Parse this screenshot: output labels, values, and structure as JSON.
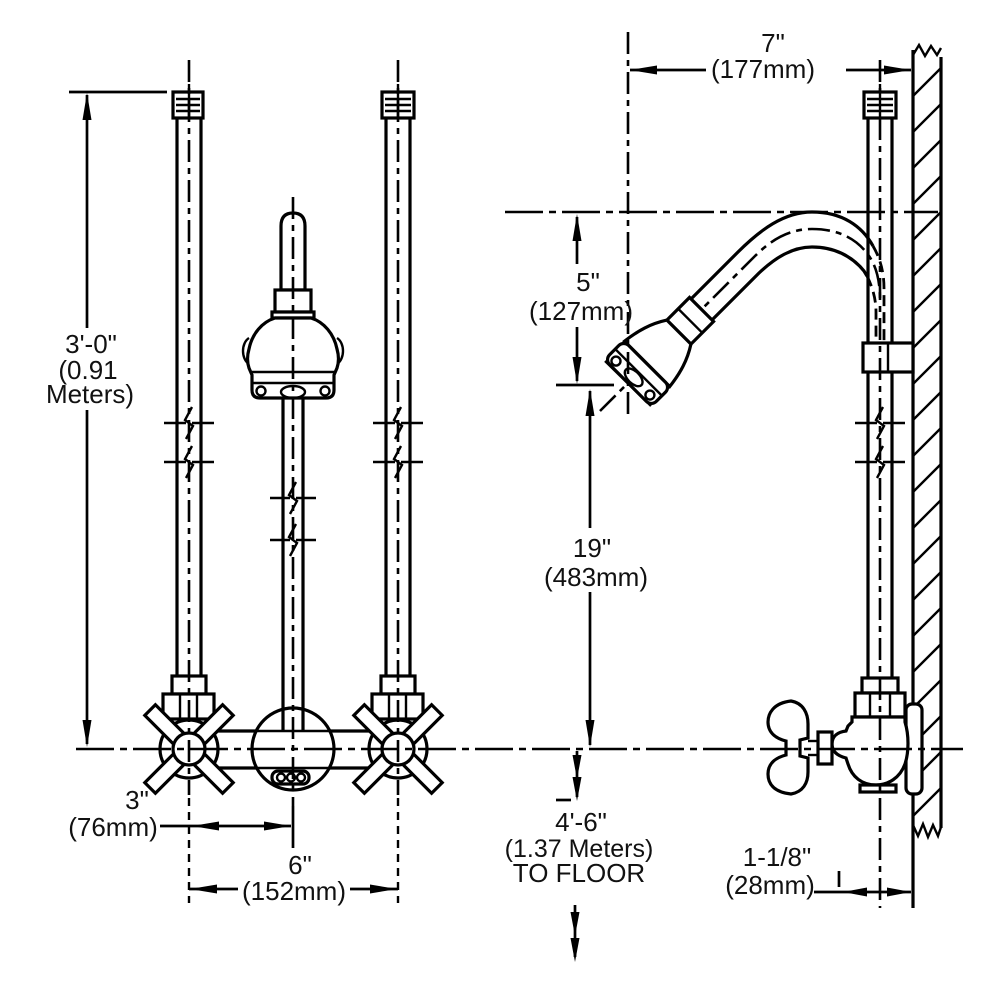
{
  "dimensions": {
    "riser_height": {
      "imperial": "3'-0\"",
      "metric_line1": "(0.91",
      "metric_line2": "Meters)"
    },
    "wall_to_head": {
      "imperial": "7\"",
      "metric": "(177mm)"
    },
    "head_drop": {
      "imperial": "5\"",
      "metric": "(127mm)"
    },
    "head_to_valve": {
      "imperial": "19\"",
      "metric": "(483mm)"
    },
    "valve_to_floor": {
      "imperial": "4'-6\"",
      "metric": "(1.37 Meters)",
      "note": "TO FLOOR"
    },
    "handle_to_center": {
      "imperial": "3\"",
      "metric": "(76mm)"
    },
    "handle_spread": {
      "imperial": "6\"",
      "metric": "(152mm)"
    },
    "wall_offset": {
      "imperial": "1-1/8\"",
      "metric": "(28mm)"
    }
  },
  "colors": {
    "line": "#000000",
    "background": "#ffffff",
    "text": "#111111"
  }
}
